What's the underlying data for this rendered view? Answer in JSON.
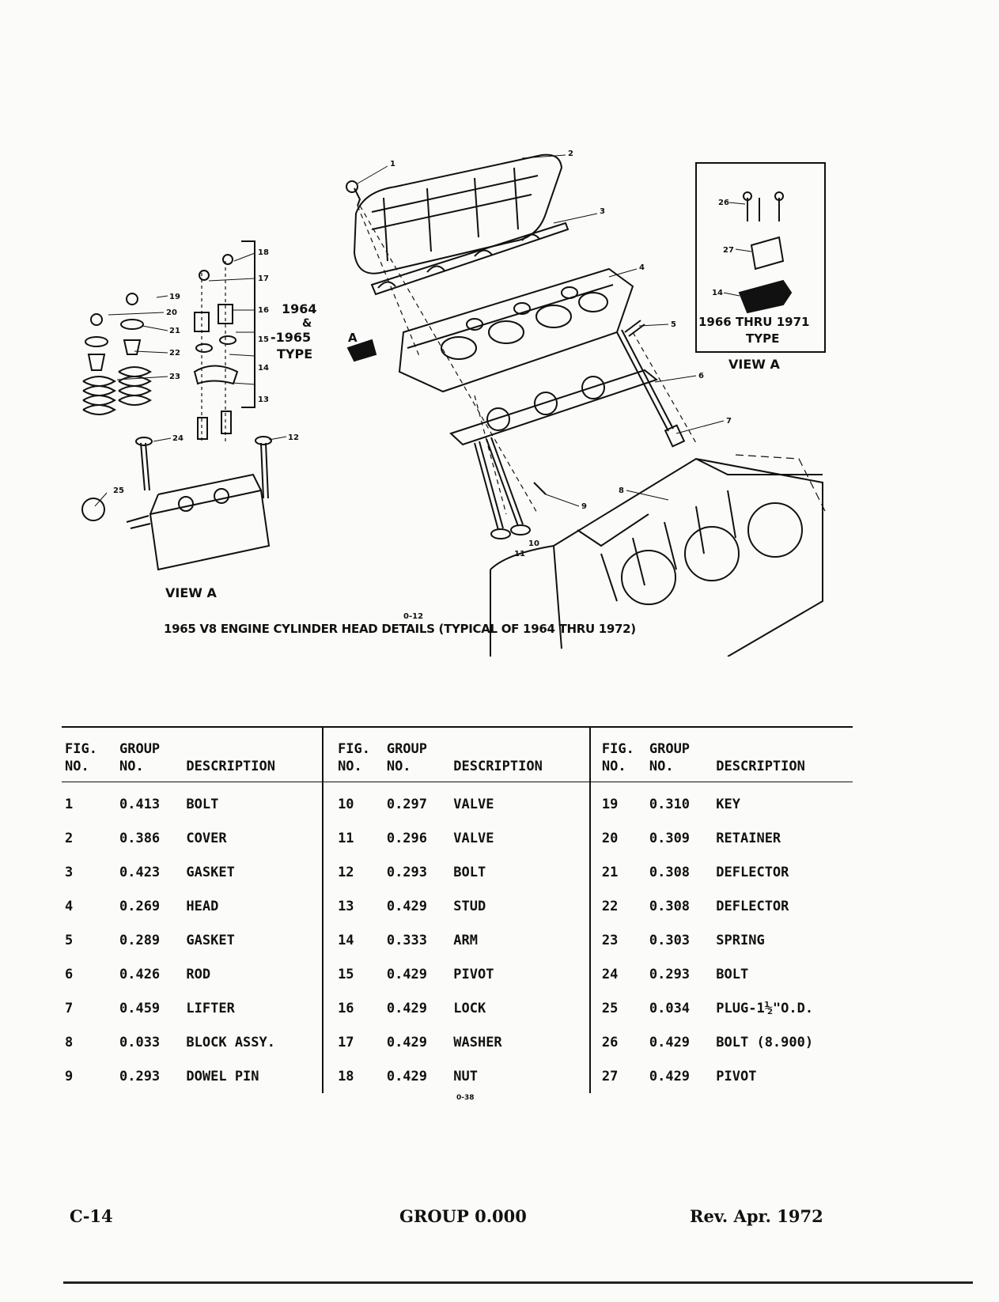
{
  "diagram": {
    "callouts": [
      "1",
      "2",
      "3",
      "4",
      "5",
      "6",
      "7",
      "8",
      "9",
      "10",
      "11",
      "12",
      "13",
      "14",
      "15",
      "16",
      "17",
      "18",
      "19",
      "20",
      "21",
      "22",
      "23",
      "24",
      "25",
      "26",
      "27"
    ],
    "type_1964": [
      "1964",
      "&",
      "-1965",
      "TYPE"
    ],
    "type_1966": [
      "1966 THRU 1971",
      "TYPE"
    ],
    "view_a_inset": "VIEW  A",
    "view_a_left": "VIEW  A",
    "arrow_a": "A",
    "figure_code": "0-12",
    "caption": "1965 V8 ENGINE CYLINDER HEAD DETAILS (TYPICAL OF 1964 THRU 1972)"
  },
  "table": {
    "headers": {
      "fig": [
        "FIG.",
        "NO."
      ],
      "group": [
        "GROUP",
        "NO."
      ],
      "desc": "DESCRIPTION"
    },
    "rows": [
      [
        [
          "1",
          "0.413",
          "BOLT"
        ],
        [
          "10",
          "0.297",
          "VALVE"
        ],
        [
          "19",
          "0.310",
          "KEY"
        ]
      ],
      [
        [
          "2",
          "0.386",
          "COVER"
        ],
        [
          "11",
          "0.296",
          "VALVE"
        ],
        [
          "20",
          "0.309",
          "RETAINER"
        ]
      ],
      [
        [
          "3",
          "0.423",
          "GASKET"
        ],
        [
          "12",
          "0.293",
          "BOLT"
        ],
        [
          "21",
          "0.308",
          "DEFLECTOR"
        ]
      ],
      [
        [
          "4",
          "0.269",
          "HEAD"
        ],
        [
          "13",
          "0.429",
          "STUD"
        ],
        [
          "22",
          "0.308",
          "DEFLECTOR"
        ]
      ],
      [
        [
          "5",
          "0.289",
          "GASKET"
        ],
        [
          "14",
          "0.333",
          "ARM"
        ],
        [
          "23",
          "0.303",
          "SPRING"
        ]
      ],
      [
        [
          "6",
          "0.426",
          "ROD"
        ],
        [
          "15",
          "0.429",
          "PIVOT"
        ],
        [
          "24",
          "0.293",
          "BOLT"
        ]
      ],
      [
        [
          "7",
          "0.459",
          "LIFTER"
        ],
        [
          "16",
          "0.429",
          "LOCK"
        ],
        [
          "25",
          "0.034",
          "PLUG-1½\"O.D."
        ]
      ],
      [
        [
          "8",
          "0.033",
          "BLOCK ASSY."
        ],
        [
          "17",
          "0.429",
          "WASHER"
        ],
        [
          "26",
          "0.429",
          "BOLT (8.900)"
        ]
      ],
      [
        [
          "9",
          "0.293",
          "DOWEL PIN"
        ],
        [
          "18",
          "0.429",
          "NUT"
        ],
        [
          "27",
          "0.429",
          "PIVOT"
        ]
      ]
    ]
  },
  "marks": {
    "small_code": "0-38"
  },
  "footer": {
    "left": "C-14",
    "center": "GROUP 0.000",
    "right": "Rev. Apr. 1972"
  }
}
